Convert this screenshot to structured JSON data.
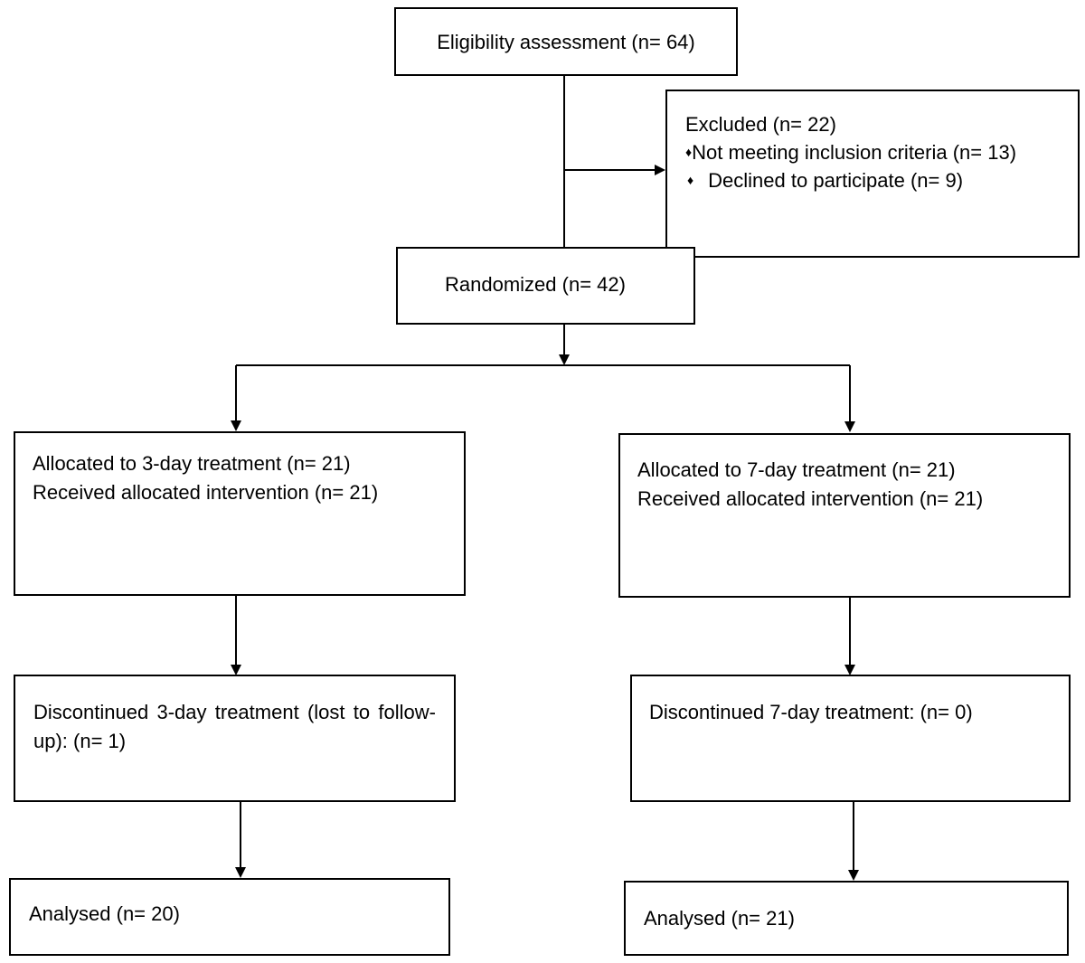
{
  "eligibility": {
    "text": "Eligibility assessment (n= 64)"
  },
  "excluded": {
    "title": "Excluded (n= 22)",
    "bullet_symbol": "♦",
    "items": [
      "Not meeting inclusion criteria (n= 13)",
      "Declined to participate (n= 9)"
    ]
  },
  "randomized": {
    "text": "Randomized (n= 42)"
  },
  "left_arm": {
    "allocation": {
      "line1": "Allocated to 3-day treatment (n= 21)",
      "line2": "Received allocated intervention (n= 21)"
    },
    "discontinued": {
      "text": "Discontinued 3-day treatment (lost to follow-up): (n= 1)"
    },
    "analysed": {
      "text": "Analysed (n= 20)"
    }
  },
  "right_arm": {
    "allocation": {
      "line1": "Allocated to 7-day treatment (n= 21)",
      "line2": "Received allocated intervention (n= 21)"
    },
    "discontinued": {
      "text": "Discontinued 7-day treatment: (n= 0)"
    },
    "analysed": {
      "text": "Analysed (n= 21)"
    }
  },
  "colors": {
    "stroke": "#000000",
    "background": "#ffffff"
  }
}
